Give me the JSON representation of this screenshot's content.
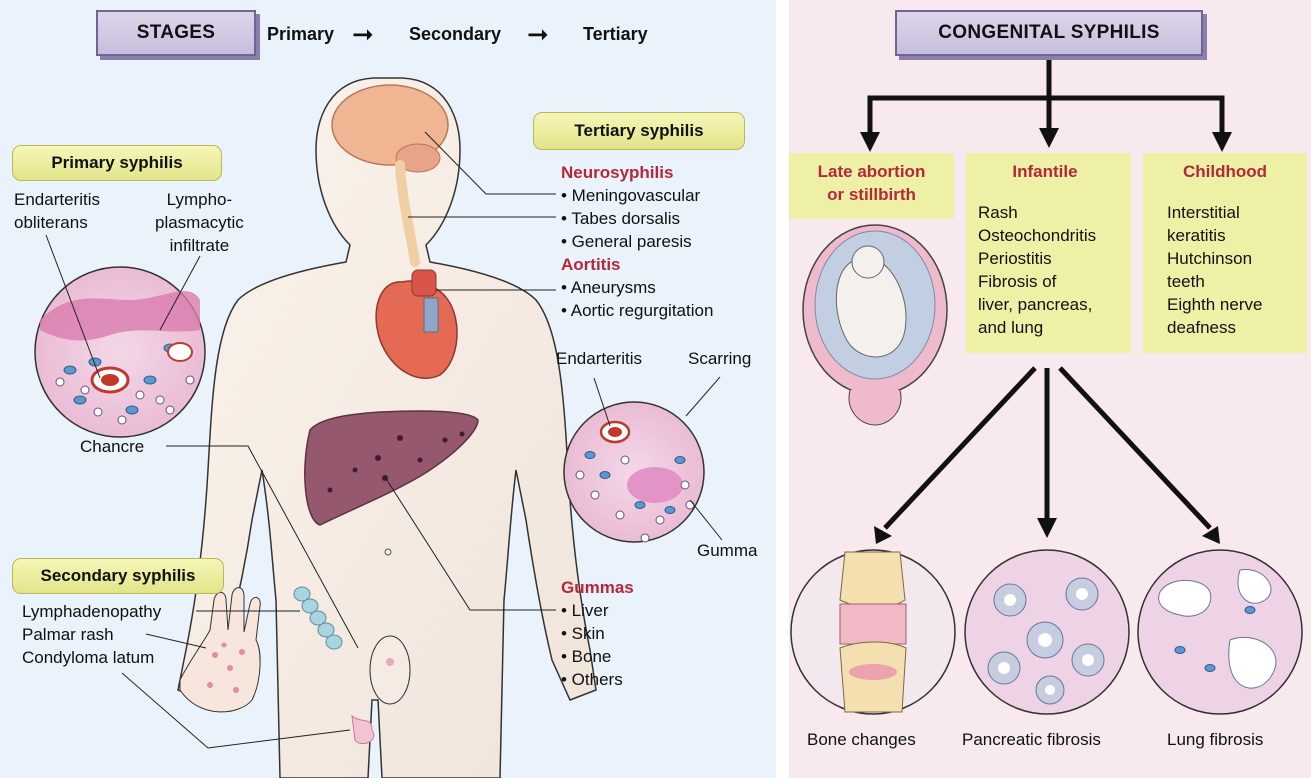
{
  "stages": {
    "title": "STAGES",
    "primary": "Primary",
    "secondary": "Secondary",
    "tertiary": "Tertiary"
  },
  "primary_syphilis": {
    "label": "Primary syphilis",
    "endarteritis": [
      "Endarteritis",
      "obliterans"
    ],
    "infiltrate": [
      "Lympho-",
      "plasmacytic",
      "infiltrate"
    ],
    "chancre": "Chancre"
  },
  "secondary_syphilis": {
    "label": "Secondary syphilis",
    "items": [
      "Lymphadenopathy",
      "Palmar rash",
      "Condyloma latum"
    ]
  },
  "tertiary_syphilis": {
    "label": "Tertiary syphilis",
    "neuro_heading": "Neurosyphilis",
    "neuro_items": [
      "• Meningovascular",
      "• Tabes dorsalis",
      "• General paresis"
    ],
    "aortitis_heading": "Aortitis",
    "aortitis_items": [
      "• Aneurysms",
      "• Aortic regurgitation"
    ],
    "circle_labels": {
      "endarteritis": "Endarteritis",
      "scarring": "Scarring",
      "gumma": "Gumma"
    },
    "gummas_heading": "Gummas",
    "gummas_items": [
      "• Liver",
      "• Skin",
      "• Bone",
      "• Others"
    ]
  },
  "congenital": {
    "title": "CONGENITAL SYPHILIS",
    "columns": [
      {
        "heading": [
          "Late abortion",
          "or stillbirth"
        ],
        "items": []
      },
      {
        "heading": [
          "Infantile"
        ],
        "items": [
          "Rash",
          "Osteochondritis",
          "Periostitis",
          "Fibrosis of",
          "liver, pancreas,",
          "and lung"
        ]
      },
      {
        "heading": [
          "Childhood"
        ],
        "items": [
          "Interstitial",
          "keratitis",
          "Hutchinson",
          "teeth",
          "Eighth nerve",
          "deafness"
        ]
      }
    ],
    "captions": [
      "Bone changes",
      "Pancreatic fibrosis",
      "Lung fibrosis"
    ]
  },
  "colors": {
    "accent_red": "#b5283a",
    "label_yellow": "#eef0a6",
    "box_purple": "#c7bedc"
  }
}
